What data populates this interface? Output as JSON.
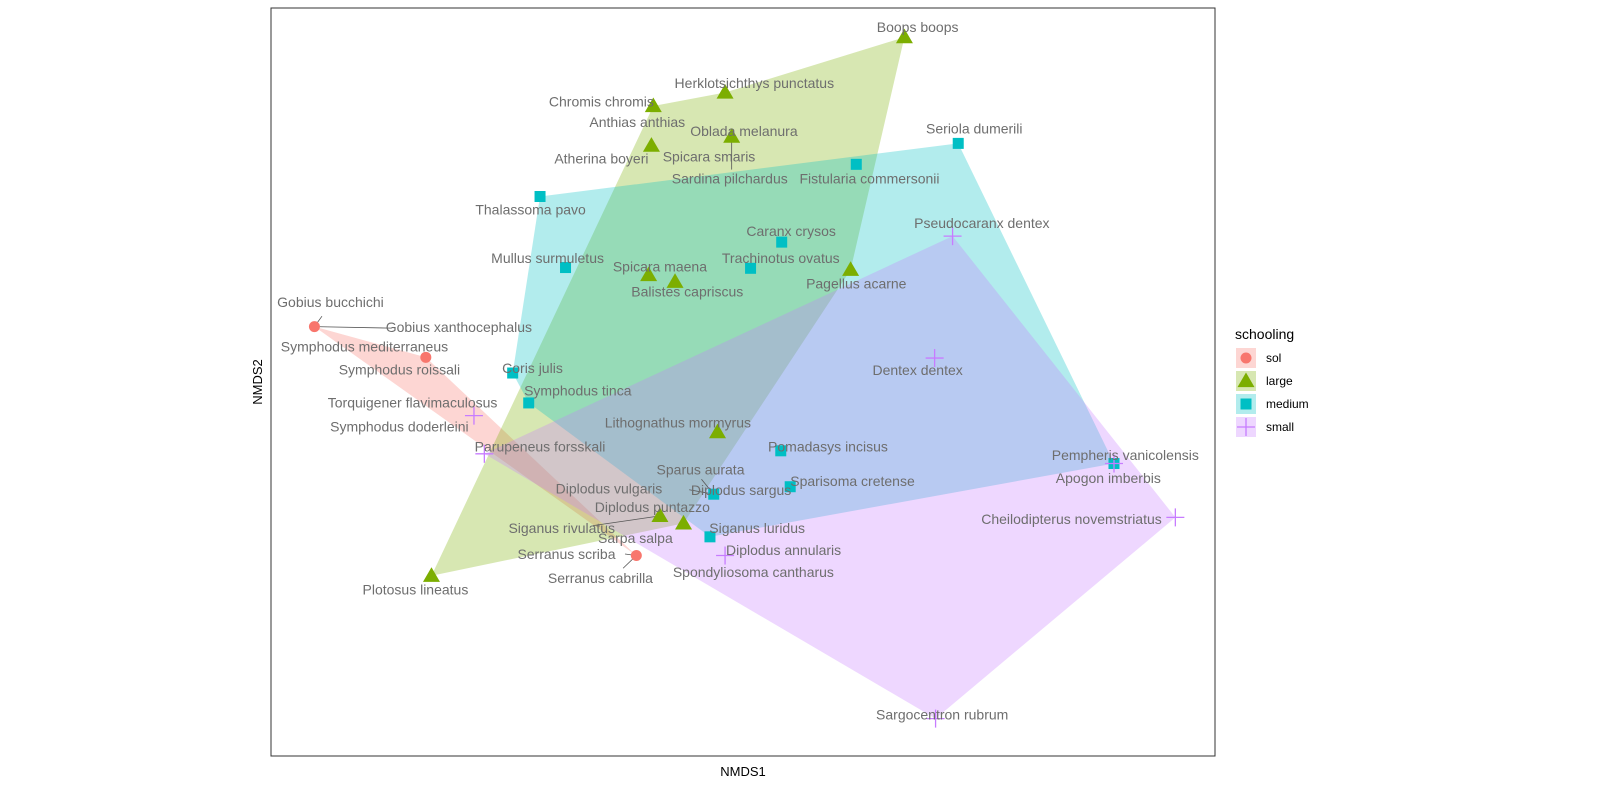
{
  "chart_data": {
    "type": "scatter",
    "xlabel": "NMDS1",
    "ylabel": "NMDS2",
    "xlim": [
      0,
      100
    ],
    "ylim": [
      0,
      100
    ],
    "axis_ticks": "none",
    "grid": false,
    "legend": {
      "title": "schooling",
      "placement": "right",
      "entries": [
        {
          "key": "sol",
          "label": "sol",
          "color": "#F8766D",
          "shape": "circle"
        },
        {
          "key": "large",
          "label": "large",
          "color": "#7CAE00",
          "shape": "triangle"
        },
        {
          "key": "medium",
          "label": "medium",
          "color": "#00BFC4",
          "shape": "square"
        },
        {
          "key": "small",
          "label": "small",
          "color": "#C77CFF",
          "shape": "plus"
        }
      ]
    },
    "hulls": {
      "sol": [
        "Gobius bucchichi",
        "Symphodus mediterraneus",
        "Serranus scriba"
      ],
      "large": [
        "Boops boops",
        "Pagellus acarne",
        "Sarpa salpa",
        "Plotosus lineatus",
        "Chromis chromis",
        "Herklotsichthys punctatus"
      ],
      "medium": [
        "Seriola dumerili",
        "Pempheris vanicolensis",
        "Siganus luridus",
        "Symphodus tinca",
        "Coris julis",
        "Thalassoma pavo"
      ],
      "small": [
        "Pseudocaranx dentex",
        "Cheilodipterus novemstriatus",
        "Sargocentron rubrum",
        "Parupeneus forsskali",
        "Symphodus doderleini"
      ]
    },
    "series": [
      {
        "name": "sol",
        "points": [
          {
            "label": "Gobius bucchichi",
            "x": 4.6,
            "y": 57.4
          },
          {
            "label": "Gobius xanthocephalus",
            "x": 4.6,
            "y": 57.4
          },
          {
            "label": "Symphodus mediterraneus",
            "x": 16.4,
            "y": 53.3
          },
          {
            "label": "Serranus scriba",
            "x": 38.7,
            "y": 26.8
          },
          {
            "label": "Serranus cabrilla",
            "x": 38.7,
            "y": 26.8
          }
        ]
      },
      {
        "name": "large",
        "points": [
          {
            "label": "Boops boops",
            "x": 67.1,
            "y": 96.1
          },
          {
            "label": "Herklotsichthys punctatus",
            "x": 48.1,
            "y": 88.7
          },
          {
            "label": "Chromis chromis",
            "x": 40.5,
            "y": 86.9
          },
          {
            "label": "Anthias anthias",
            "x": 40.5,
            "y": 86.9
          },
          {
            "label": "Oblada melanura",
            "x": 48.8,
            "y": 82.8
          },
          {
            "label": "Atherina boyeri",
            "x": 40.3,
            "y": 81.6
          },
          {
            "label": "Spicara smaris",
            "x": 40.3,
            "y": 81.6
          },
          {
            "label": "Sardina pilchardus",
            "x": 48.8,
            "y": 82.8
          },
          {
            "label": "Spicara maena",
            "x": 40.0,
            "y": 64.3
          },
          {
            "label": "Balistes capriscus",
            "x": 42.8,
            "y": 63.4
          },
          {
            "label": "Pagellus acarne",
            "x": 61.4,
            "y": 65.0
          },
          {
            "label": "Lithognathus mormyrus",
            "x": 47.3,
            "y": 43.3
          },
          {
            "label": "Diplodus puntazzo",
            "x": 41.2,
            "y": 32.1
          },
          {
            "label": "Sarpa salpa",
            "x": 43.7,
            "y": 31.1
          },
          {
            "label": "Siganus rivulatus",
            "x": 41.2,
            "y": 32.1
          },
          {
            "label": "Plotosus lineatus",
            "x": 17.0,
            "y": 24.1
          }
        ]
      },
      {
        "name": "medium",
        "points": [
          {
            "label": "Seriola dumerili",
            "x": 72.8,
            "y": 81.9
          },
          {
            "label": "Fistularia commersonii",
            "x": 62.0,
            "y": 79.1
          },
          {
            "label": "Thalassoma pavo",
            "x": 28.5,
            "y": 74.8
          },
          {
            "label": "Caranx crysos",
            "x": 54.1,
            "y": 68.7
          },
          {
            "label": "Trachinotus ovatus",
            "x": 50.8,
            "y": 65.2
          },
          {
            "label": "Mullus surmuletus",
            "x": 31.2,
            "y": 65.3
          },
          {
            "label": "Coris julis",
            "x": 25.6,
            "y": 51.2
          },
          {
            "label": "Symphodus tinca",
            "x": 27.3,
            "y": 47.2
          },
          {
            "label": "Pomadasys incisus",
            "x": 54.0,
            "y": 40.8
          },
          {
            "label": "Sparisoma cretense",
            "x": 55.0,
            "y": 36.0
          },
          {
            "label": "Diplodus sargus",
            "x": 46.9,
            "y": 35.0
          },
          {
            "label": "Sparus aurata",
            "x": 46.9,
            "y": 35.0
          },
          {
            "label": "Diplodus vulgaris",
            "x": 46.9,
            "y": 35.0
          },
          {
            "label": "Siganus luridus",
            "x": 46.5,
            "y": 29.3
          },
          {
            "label": "Pempheris vanicolensis",
            "x": 89.3,
            "y": 39.1
          }
        ]
      },
      {
        "name": "small",
        "points": [
          {
            "label": "Pseudocaranx dentex",
            "x": 72.2,
            "y": 69.5
          },
          {
            "label": "Dentex dentex",
            "x": 70.3,
            "y": 53.2
          },
          {
            "label": "Torquigener flavimaculosus",
            "x": 21.5,
            "y": 45.5
          },
          {
            "label": "Symphodus roissali",
            "x": 21.5,
            "y": 45.5
          },
          {
            "label": "Symphodus doderleini",
            "x": 22.6,
            "y": 40.4
          },
          {
            "label": "Parupeneus forsskali",
            "x": 22.6,
            "y": 40.4
          },
          {
            "label": "Apogon imberbis",
            "x": 89.3,
            "y": 39.1
          },
          {
            "label": "Cheilodipterus novemstriatus",
            "x": 95.8,
            "y": 31.9
          },
          {
            "label": "Diplodus annularis",
            "x": 48.1,
            "y": 26.8
          },
          {
            "label": "Spondyliosoma cantharus",
            "x": 48.1,
            "y": 26.8
          },
          {
            "label": "Sargocentron rubrum",
            "x": 70.4,
            "y": 5.0
          }
        ]
      }
    ],
    "point_labels": [
      {
        "text": "Boops boops",
        "x": 68.5,
        "y": 97.3
      },
      {
        "text": "Herklotsichthys punctatus",
        "x": 51.2,
        "y": 89.8
      },
      {
        "text": "Chromis chromis",
        "x": 35.0,
        "y": 87.3
      },
      {
        "text": "Anthias anthias",
        "x": 38.8,
        "y": 84.6
      },
      {
        "text": "Oblada melanura",
        "x": 50.1,
        "y": 83.4
      },
      {
        "text": "Atherina boyeri",
        "x": 35.0,
        "y": 79.7
      },
      {
        "text": "Spicara smaris",
        "x": 46.4,
        "y": 80.0
      },
      {
        "text": "Sardina pilchardus",
        "x": 48.6,
        "y": 77.0
      },
      {
        "text": "Fistularia commersonii",
        "x": 63.4,
        "y": 77.0
      },
      {
        "text": "Seriola dumerili",
        "x": 74.5,
        "y": 83.7
      },
      {
        "text": "Thalassoma pavo",
        "x": 27.5,
        "y": 72.9
      },
      {
        "text": "Pseudocaranx dentex",
        "x": 75.3,
        "y": 71.1
      },
      {
        "text": "Caranx crysos",
        "x": 55.1,
        "y": 70.0
      },
      {
        "text": "Mullus surmuletus",
        "x": 29.3,
        "y": 66.4
      },
      {
        "text": "Trachinotus ovatus",
        "x": 54.0,
        "y": 66.4
      },
      {
        "text": "Spicara maena",
        "x": 41.2,
        "y": 65.3
      },
      {
        "text": "Pagellus acarne",
        "x": 62.0,
        "y": 63.0
      },
      {
        "text": "Balistes capriscus",
        "x": 44.1,
        "y": 61.9
      },
      {
        "text": "Gobius bucchichi",
        "x": 6.3,
        "y": 60.5
      },
      {
        "text": "Gobius xanthocephalus",
        "x": 19.9,
        "y": 57.2
      },
      {
        "text": "Symphodus mediterraneus",
        "x": 9.9,
        "y": 54.6
      },
      {
        "text": "Coris julis",
        "x": 27.7,
        "y": 51.7
      },
      {
        "text": "Symphodus roissali",
        "x": 13.6,
        "y": 51.5
      },
      {
        "text": "Dentex dentex",
        "x": 68.5,
        "y": 51.4
      },
      {
        "text": "Symphodus tinca",
        "x": 32.5,
        "y": 48.7
      },
      {
        "text": "Torquigener flavimaculosus",
        "x": 15.0,
        "y": 47.1
      },
      {
        "text": "Lithognathus mormyrus",
        "x": 43.1,
        "y": 44.4
      },
      {
        "text": "Symphodus doderleini",
        "x": 13.6,
        "y": 43.9
      },
      {
        "text": "Pomadasys incisus",
        "x": 59.0,
        "y": 41.2
      },
      {
        "text": "Parupeneus forsskali",
        "x": 28.5,
        "y": 41.2
      },
      {
        "text": "Pempheris vanicolensis",
        "x": 90.5,
        "y": 40.1
      },
      {
        "text": "Sparus aurata",
        "x": 45.5,
        "y": 38.1
      },
      {
        "text": "Apogon imberbis",
        "x": 88.7,
        "y": 37.0
      },
      {
        "text": "Sparisoma cretense",
        "x": 61.6,
        "y": 36.6
      },
      {
        "text": "Diplodus vulgaris",
        "x": 35.8,
        "y": 35.6
      },
      {
        "text": "Diplodus sargus",
        "x": 49.8,
        "y": 35.4
      },
      {
        "text": "Diplodus puntazzo",
        "x": 40.4,
        "y": 33.1
      },
      {
        "text": "Cheilodipterus novemstriatus",
        "x": 84.8,
        "y": 31.5
      },
      {
        "text": "Siganus rivulatus",
        "x": 30.8,
        "y": 30.3
      },
      {
        "text": "Siganus luridus",
        "x": 51.5,
        "y": 30.3
      },
      {
        "text": "Sarpa salpa",
        "x": 38.6,
        "y": 29.0
      },
      {
        "text": "Diplodus annularis",
        "x": 54.3,
        "y": 27.4
      },
      {
        "text": "Serranus scriba",
        "x": 31.3,
        "y": 26.8
      },
      {
        "text": "Spondyliosoma cantharus",
        "x": 51.1,
        "y": 24.4
      },
      {
        "text": "Serranus cabrilla",
        "x": 34.9,
        "y": 23.6
      },
      {
        "text": "Plotosus lineatus",
        "x": 15.3,
        "y": 22.1
      },
      {
        "text": "Sargocentron rubrum",
        "x": 71.1,
        "y": 5.4
      }
    ],
    "leader_lines": [
      {
        "from": [
          4.6,
          57.4
        ],
        "to": [
          5.4,
          58.8
        ]
      },
      {
        "from": [
          4.6,
          57.4
        ],
        "to": [
          12.8,
          57.2
        ]
      },
      {
        "from": [
          41.2,
          32.1
        ],
        "to": [
          34.1,
          30.8
        ]
      },
      {
        "from": [
          46.9,
          35.0
        ],
        "to": [
          44.3,
          35.6
        ]
      },
      {
        "from": [
          46.9,
          35.0
        ],
        "to": [
          45.6,
          37.0
        ]
      },
      {
        "from": [
          38.7,
          26.8
        ],
        "to": [
          37.3,
          25.1
        ]
      },
      {
        "from": [
          38.7,
          26.8
        ],
        "to": [
          37.5,
          27.0
        ]
      },
      {
        "from": [
          48.8,
          82.8
        ],
        "to": [
          48.8,
          78.4
        ]
      }
    ]
  }
}
